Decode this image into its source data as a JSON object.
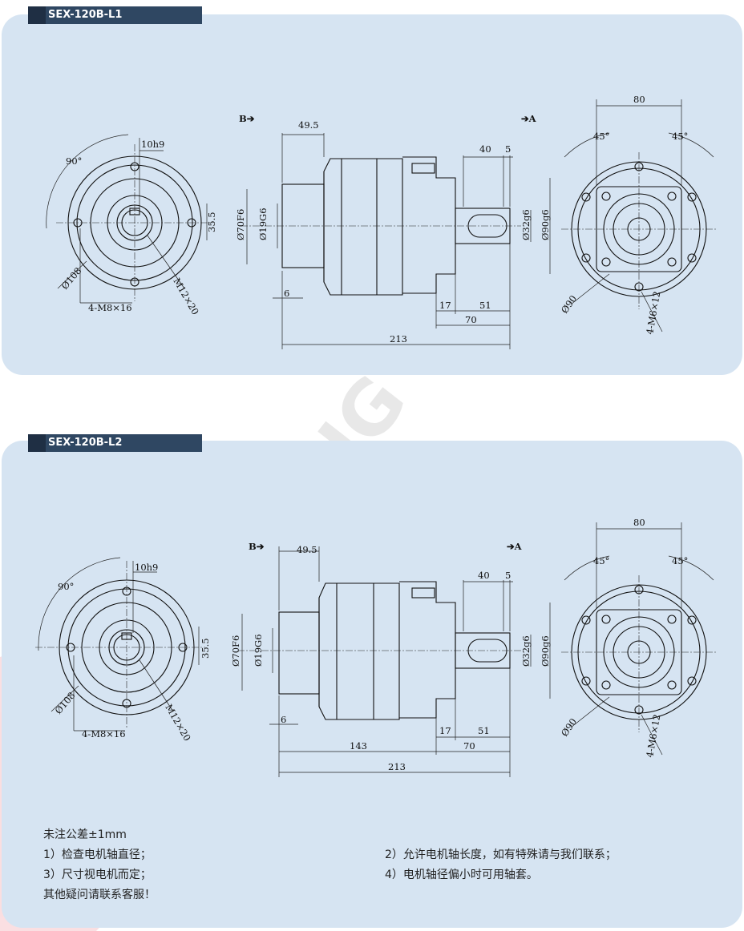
{
  "panels": [
    {
      "title": "SEX-120B-L1",
      "dims": {
        "d_10h9": "10h9",
        "d_90deg": "90°",
        "d_35_5": "35.5",
        "d_108": "Ø108",
        "d_m12": "M12×20",
        "d_m8": "4-M8×16",
        "d_b": "B➔",
        "d_a": "➔A",
        "d_49_5": "49.5",
        "d_40": "40",
        "d_5": "5",
        "d_70f6": "Ø70F6",
        "d_19g6": "Ø19G6",
        "d_32g6": "Ø32g6",
        "d_90g6": "Ø90g6",
        "d_6": "6",
        "d_17": "17",
        "d_51": "51",
        "d_70": "70",
        "d_213": "213",
        "d_80": "80",
        "d_45a": "45°",
        "d_45b": "45°",
        "d_90": "Ø90",
        "d_m6": "4-M6×12"
      }
    },
    {
      "title": "SEX-120B-L2",
      "dims": {
        "d_10h9": "10h9",
        "d_90deg": "90°",
        "d_35_5": "35.5",
        "d_108": "Ø108",
        "d_m12": "M12×20",
        "d_m8": "4-M8×16",
        "d_b": "B➔",
        "d_a": "➔A",
        "d_49_5": "49.5",
        "d_40": "40",
        "d_5": "5",
        "d_70f6": "Ø70F6",
        "d_19g6": "Ø19G6",
        "d_32g6": "Ø32g6",
        "d_90g6": "Ø90g6",
        "d_6": "6",
        "d_17": "17",
        "d_51": "51",
        "d_143": "143",
        "d_70": "70",
        "d_213": "213",
        "d_80": "80",
        "d_45a": "45°",
        "d_45b": "45°",
        "d_90": "Ø90",
        "d_m6": "4-M6×12"
      }
    }
  ],
  "notes": {
    "left": [
      "未注公差±1mm",
      "1）检查电机轴直径；",
      "3）尺寸视电机而定；",
      "其他疑问请联系客服！"
    ],
    "right": [
      "2）允许电机轴长度，如有特殊请与我们联系；",
      "4）电机轴径偏小时可用轴套。"
    ]
  },
  "watermark": {
    "line1": "SHANG",
    "line2": "XIANG"
  },
  "colors": {
    "panel": "#d6e4f2",
    "tab": "#2f4762",
    "tab_dark": "#1f2f44",
    "watermark_red": "#e23a48"
  }
}
